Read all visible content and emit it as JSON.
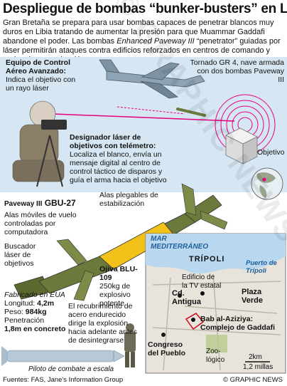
{
  "title": "Despliegue de bombas “bunker-busters” en Libia",
  "intro": {
    "part1": "Gran Bretaña se prepara para usar bombas capaces de penetrar blancos muy duros en Libia tratando de aumentar la presión para que Muammar Gaddafi abandone el poder. Las bombas ",
    "italic": "Enhanced Paveway III",
    "part2": " “penetrator” guiadas por láser permitirán ataques contra edificios reforzados en centros de comando y nodos de comunicación"
  },
  "air_controller": {
    "title": "Equipo de Control Aéreo Avanzado:",
    "text": "Indica el objetivo con un rayo láser"
  },
  "tornado": {
    "text": "Tornado GR 4, nave armada con dos bombas Paveway III"
  },
  "designator": {
    "title": "Designador láser de objetivos con telémetro:",
    "text": "Localiza el blanco, envía un mensaje digital al centro de control táctico de disparos y guía el arma hacia el objetivo"
  },
  "target_label": "Objetivo",
  "fins": "Alas plegables de estabilización",
  "bomb_name": {
    "prefix": "Paveway III",
    "name": "GBU-27"
  },
  "movable_wings": "Alas móviles de vuelo controladas por computadora",
  "laser_seeker": "Buscador láser de objetivos",
  "warhead": {
    "title": "Ojiva BLU-109",
    "text": "250kg de explosivo potente"
  },
  "specs": {
    "made_in": "Fabricado en EUA",
    "length_label": "Longitud:",
    "length": "4,2m",
    "weight_label": "Peso:",
    "weight": "984kg",
    "penetration_label": "Penetración",
    "penetration": "1,8m en concreto"
  },
  "steel_casing": "El recubrimiento de acero endurecido dirige la explosión hacia adelante antes de desintegrarse",
  "pilot_scale": "Piloto de combate a escala",
  "map": {
    "sea": "MAR MEDITERRÁNEO",
    "city": "TRÍPOLI",
    "port": "Puerto de Trípoli",
    "tv": "Edificio de la TV estatal",
    "old_city": "Cd. Antigua",
    "green_square": "Plaza Verde",
    "compound": "Bab al-Aziziya: Complejo de Gaddafi",
    "congress": "Congreso del Pueblo",
    "zoo": "Zoo-lógico",
    "scale_km": "2km",
    "scale_mi": "1,2 millas"
  },
  "watermark": "© GRAPHIC NEWS",
  "footer": "Fuentes: FAS, Jane's Information Group",
  "copyright": "© GRAPHIC NEWS",
  "colors": {
    "sky": "#c8dff0",
    "bomb_green": "#6b7a3a",
    "bomb_yellow": "#f2c21b",
    "laser": "#e6007e",
    "sea": "#b9d8ef",
    "land": "#e8e4dc"
  }
}
